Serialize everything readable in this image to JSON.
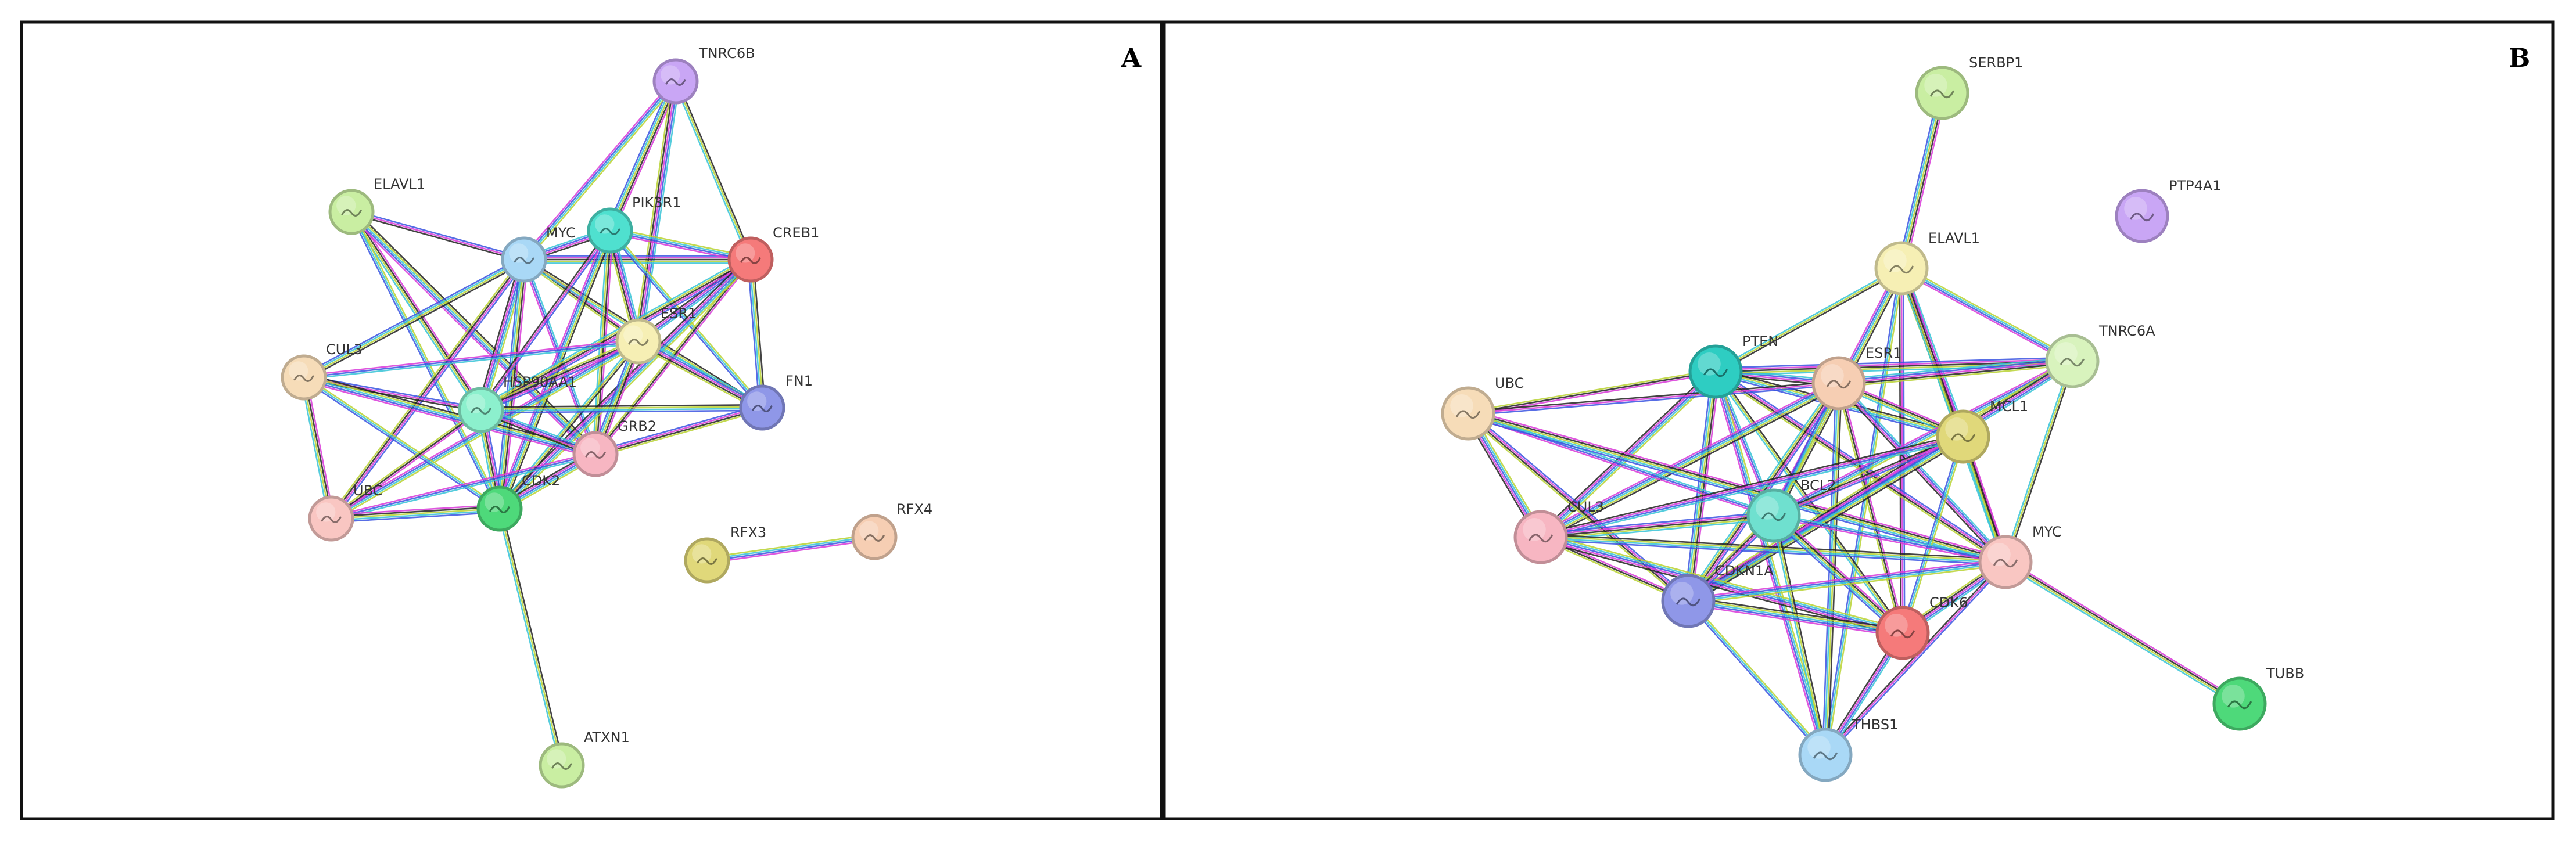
{
  "panels": [
    {
      "letter": "A",
      "nodes": [
        {
          "id": "TNRC6B",
          "label": "TNRC6B",
          "color": "#c9a6f5"
        },
        {
          "id": "ELAVL1",
          "label": "ELAVL1",
          "color": "#c9eea2"
        },
        {
          "id": "MYC",
          "label": "MYC",
          "color": "#a9d8f6"
        },
        {
          "id": "PIK3R1",
          "label": "PIK3R1",
          "color": "#4fe0cf"
        },
        {
          "id": "CREB1",
          "label": "CREB1",
          "color": "#f57a7a"
        },
        {
          "id": "ESR1",
          "label": "ESR1",
          "color": "#f6efb4"
        },
        {
          "id": "CUL3",
          "label": "CUL3",
          "color": "#f6dcb8"
        },
        {
          "id": "HSP90AA1",
          "label": "HSP90AA1",
          "color": "#8cf0cd"
        },
        {
          "id": "FN1",
          "label": "FN1",
          "color": "#8f97e8"
        },
        {
          "id": "GRB2",
          "label": "GRB2",
          "color": "#f7b6c2"
        },
        {
          "id": "UBC",
          "label": "UBC",
          "color": "#f9c6c2"
        },
        {
          "id": "CDK2",
          "label": "CDK2",
          "color": "#4ed97a"
        },
        {
          "id": "RFX3",
          "label": "RFX3",
          "color": "#e0d87a"
        },
        {
          "id": "RFX4",
          "label": "RFX4",
          "color": "#f6ceb3"
        },
        {
          "id": "ATXN1",
          "label": "ATXN1",
          "color": "#c9eea2"
        }
      ],
      "edges": [
        [
          "TNRC6B",
          "PIK3R1"
        ],
        [
          "TNRC6B",
          "CREB1"
        ],
        [
          "TNRC6B",
          "MYC"
        ],
        [
          "TNRC6B",
          "ESR1"
        ],
        [
          "ELAVL1",
          "MYC"
        ],
        [
          "ELAVL1",
          "HSP90AA1"
        ],
        [
          "ELAVL1",
          "GRB2"
        ],
        [
          "ELAVL1",
          "CDK2"
        ],
        [
          "MYC",
          "PIK3R1"
        ],
        [
          "MYC",
          "CREB1"
        ],
        [
          "MYC",
          "ESR1"
        ],
        [
          "MYC",
          "CUL3"
        ],
        [
          "MYC",
          "HSP90AA1"
        ],
        [
          "MYC",
          "GRB2"
        ],
        [
          "MYC",
          "UBC"
        ],
        [
          "MYC",
          "CDK2"
        ],
        [
          "MYC",
          "FN1"
        ],
        [
          "PIK3R1",
          "CREB1"
        ],
        [
          "PIK3R1",
          "ESR1"
        ],
        [
          "PIK3R1",
          "HSP90AA1"
        ],
        [
          "PIK3R1",
          "GRB2"
        ],
        [
          "PIK3R1",
          "CDK2"
        ],
        [
          "PIK3R1",
          "FN1"
        ],
        [
          "CREB1",
          "ESR1"
        ],
        [
          "CREB1",
          "HSP90AA1"
        ],
        [
          "CREB1",
          "GRB2"
        ],
        [
          "CREB1",
          "FN1"
        ],
        [
          "CREB1",
          "CDK2"
        ],
        [
          "ESR1",
          "CUL3"
        ],
        [
          "ESR1",
          "HSP90AA1"
        ],
        [
          "ESR1",
          "GRB2"
        ],
        [
          "ESR1",
          "CDK2"
        ],
        [
          "ESR1",
          "UBC"
        ],
        [
          "ESR1",
          "FN1"
        ],
        [
          "CUL3",
          "HSP90AA1"
        ],
        [
          "CUL3",
          "UBC"
        ],
        [
          "CUL3",
          "GRB2"
        ],
        [
          "CUL3",
          "CDK2"
        ],
        [
          "HSP90AA1",
          "GRB2"
        ],
        [
          "HSP90AA1",
          "CDK2"
        ],
        [
          "HSP90AA1",
          "UBC"
        ],
        [
          "HSP90AA1",
          "FN1"
        ],
        [
          "GRB2",
          "CDK2"
        ],
        [
          "GRB2",
          "UBC"
        ],
        [
          "GRB2",
          "FN1"
        ],
        [
          "UBC",
          "CDK2"
        ],
        [
          "CDK2",
          "ATXN1"
        ],
        [
          "RFX3",
          "RFX4"
        ]
      ]
    },
    {
      "letter": "B",
      "nodes": [
        {
          "id": "SERBP1",
          "label": "SERBP1",
          "color": "#c9eea2"
        },
        {
          "id": "PTP4A1",
          "label": "PTP4A1",
          "color": "#c9a6f5"
        },
        {
          "id": "ELAVL1",
          "label": "ELAVL1",
          "color": "#f6efb4"
        },
        {
          "id": "TNRC6A",
          "label": "TNRC6A",
          "color": "#d8f3bd"
        },
        {
          "id": "PTEN",
          "label": "PTEN",
          "color": "#2ecdc2"
        },
        {
          "id": "ESR1",
          "label": "ESR1",
          "color": "#f6ceb3"
        },
        {
          "id": "UBC",
          "label": "UBC",
          "color": "#f6dcb8"
        },
        {
          "id": "MCL1",
          "label": "MCL1",
          "color": "#e0d87a"
        },
        {
          "id": "CUL3",
          "label": "CUL3",
          "color": "#f7b6c2"
        },
        {
          "id": "BCL2",
          "label": "BCL2",
          "color": "#6fe0cf"
        },
        {
          "id": "MYC",
          "label": "MYC",
          "color": "#f9c6c2"
        },
        {
          "id": "CDKN1A",
          "label": "CDKN1A",
          "color": "#8f97e8"
        },
        {
          "id": "CDK6",
          "label": "CDK6",
          "color": "#f57a7a"
        },
        {
          "id": "TUBB",
          "label": "TUBB",
          "color": "#4ed97a"
        },
        {
          "id": "THBS1",
          "label": "THBS1",
          "color": "#a9d8f6"
        }
      ],
      "edges": [
        [
          "SERBP1",
          "ELAVL1"
        ],
        [
          "ELAVL1",
          "PTEN"
        ],
        [
          "ELAVL1",
          "TNRC6A"
        ],
        [
          "ELAVL1",
          "MCL1"
        ],
        [
          "ELAVL1",
          "CDK6"
        ],
        [
          "ELAVL1",
          "MYC"
        ],
        [
          "ELAVL1",
          "BCL2"
        ],
        [
          "ELAVL1",
          "THBS1"
        ],
        [
          "PTEN",
          "ESR1"
        ],
        [
          "PTEN",
          "TNRC6A"
        ],
        [
          "PTEN",
          "UBC"
        ],
        [
          "PTEN",
          "MCL1"
        ],
        [
          "PTEN",
          "CUL3"
        ],
        [
          "PTEN",
          "BCL2"
        ],
        [
          "PTEN",
          "MYC"
        ],
        [
          "PTEN",
          "CDKN1A"
        ],
        [
          "PTEN",
          "CDK6"
        ],
        [
          "PTEN",
          "THBS1"
        ],
        [
          "ESR1",
          "TNRC6A"
        ],
        [
          "ESR1",
          "UBC"
        ],
        [
          "ESR1",
          "MCL1"
        ],
        [
          "ESR1",
          "CUL3"
        ],
        [
          "ESR1",
          "BCL2"
        ],
        [
          "ESR1",
          "MYC"
        ],
        [
          "ESR1",
          "CDKN1A"
        ],
        [
          "ESR1",
          "CDK6"
        ],
        [
          "ESR1",
          "THBS1"
        ],
        [
          "UBC",
          "CUL3"
        ],
        [
          "UBC",
          "BCL2"
        ],
        [
          "UBC",
          "CDKN1A"
        ],
        [
          "UBC",
          "MYC"
        ],
        [
          "TNRC6A",
          "MYC"
        ],
        [
          "TNRC6A",
          "BCL2"
        ],
        [
          "TNRC6A",
          "CDKN1A"
        ],
        [
          "MCL1",
          "BCL2"
        ],
        [
          "MCL1",
          "MYC"
        ],
        [
          "MCL1",
          "CDKN1A"
        ],
        [
          "MCL1",
          "CDK6"
        ],
        [
          "MCL1",
          "CUL3"
        ],
        [
          "CUL3",
          "BCL2"
        ],
        [
          "CUL3",
          "CDKN1A"
        ],
        [
          "CUL3",
          "MYC"
        ],
        [
          "CUL3",
          "CDK6"
        ],
        [
          "BCL2",
          "MYC"
        ],
        [
          "BCL2",
          "CDKN1A"
        ],
        [
          "BCL2",
          "CDK6"
        ],
        [
          "BCL2",
          "THBS1"
        ],
        [
          "MYC",
          "CDKN1A"
        ],
        [
          "MYC",
          "CDK6"
        ],
        [
          "MYC",
          "THBS1"
        ],
        [
          "MYC",
          "TUBB"
        ],
        [
          "CDKN1A",
          "CDK6"
        ],
        [
          "CDKN1A",
          "THBS1"
        ],
        [
          "CDK6",
          "THBS1"
        ]
      ]
    }
  ]
}
